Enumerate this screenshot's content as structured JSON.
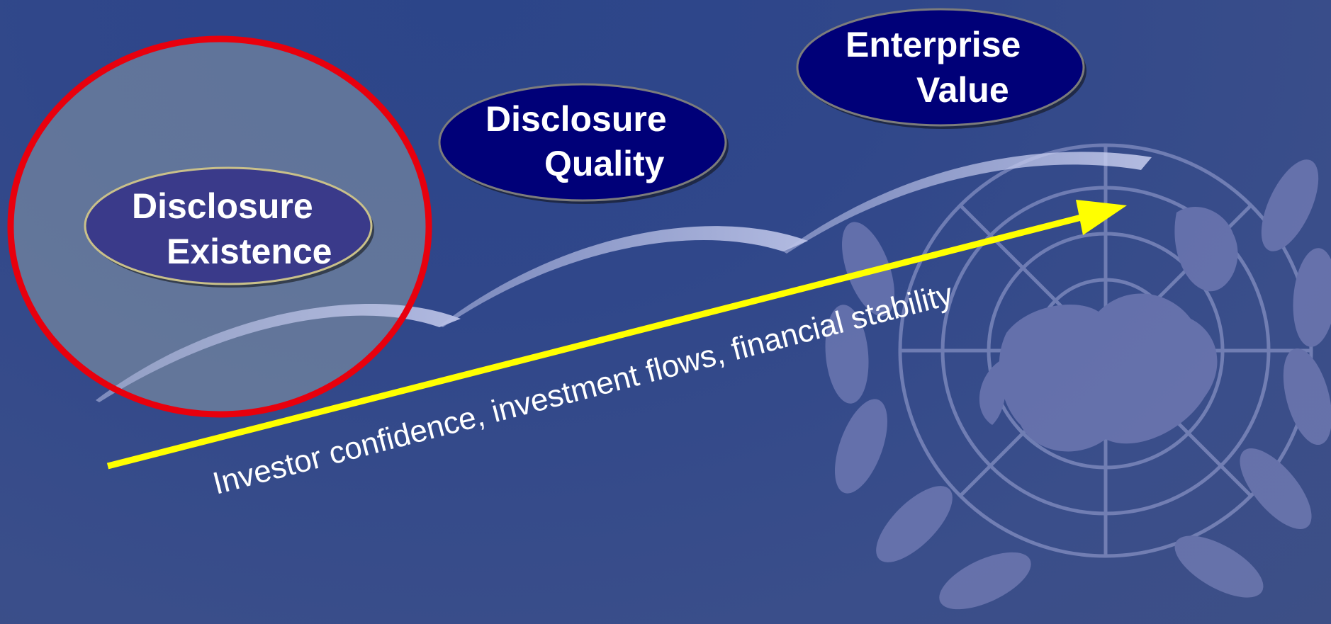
{
  "slide": {
    "background_color": "#30478a",
    "emblem_color": "#7a7fb8"
  },
  "stages": [
    {
      "line1": "Disclosure",
      "line2": "Existence",
      "fill": "#3a3a8a",
      "highlighted": true
    },
    {
      "line1": "Disclosure",
      "line2": "Quality",
      "fill": "#000078",
      "highlighted": false
    },
    {
      "line1": "Enterprise",
      "line2": "Value",
      "fill": "#000078",
      "highlighted": false
    }
  ],
  "highlight": {
    "ring_color": "#e8000d",
    "fill_color": "#8a9aa8"
  },
  "progress_arrow": {
    "label": "Investor confidence, investment flows, financial stability",
    "color": "#ffff00"
  }
}
